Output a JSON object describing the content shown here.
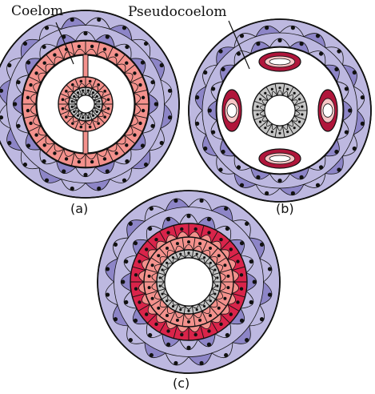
{
  "labels": {
    "coelom": "Coelom",
    "pseudocoelom": "Pseudocoelom"
  },
  "captions": {
    "a": "(a)",
    "b": "(b)",
    "c": "(c)"
  },
  "colors": {
    "ectoderm_fill": "#bdb8e0",
    "ectoderm_shade": "#8d85c7",
    "mesoderm_light": "#f3918c",
    "mesoderm_dark": "#d9244a",
    "mesoderm_deep": "#b0163b",
    "endoderm": "#c5c5c5",
    "nucleus": "#111111"
  }
}
